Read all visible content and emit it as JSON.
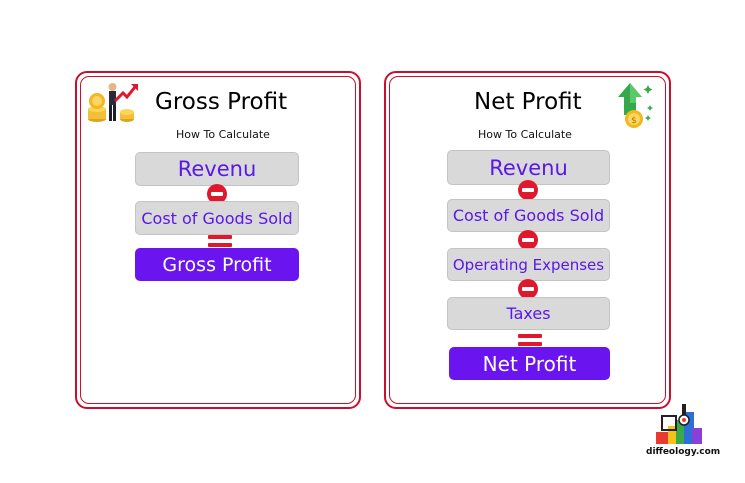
{
  "gross": {
    "title": "Gross Profit",
    "subtitle": "How To Calculate",
    "items": [
      "Revenu",
      "Cost of Goods Sold"
    ],
    "result": "Gross Profit",
    "icon": "businessman-coins-chart-icon"
  },
  "net": {
    "title": "Net Profit",
    "subtitle": "How To Calculate",
    "items": [
      "Revenu",
      "Cost of Goods Sold",
      "Operating Expenses",
      "Taxes"
    ],
    "result": "Net Profit",
    "icon": "money-growth-arrow-icon"
  },
  "brand": {
    "text": "diffeology.com",
    "logo": "diffeology-logo-icon"
  },
  "colors": {
    "border": "#c8102e",
    "operator": "#e0182d",
    "box_bg": "#d9d9d9",
    "box_text": "#5a18e8",
    "result_bg": "#6a14f0",
    "result_text": "#ffffff"
  }
}
